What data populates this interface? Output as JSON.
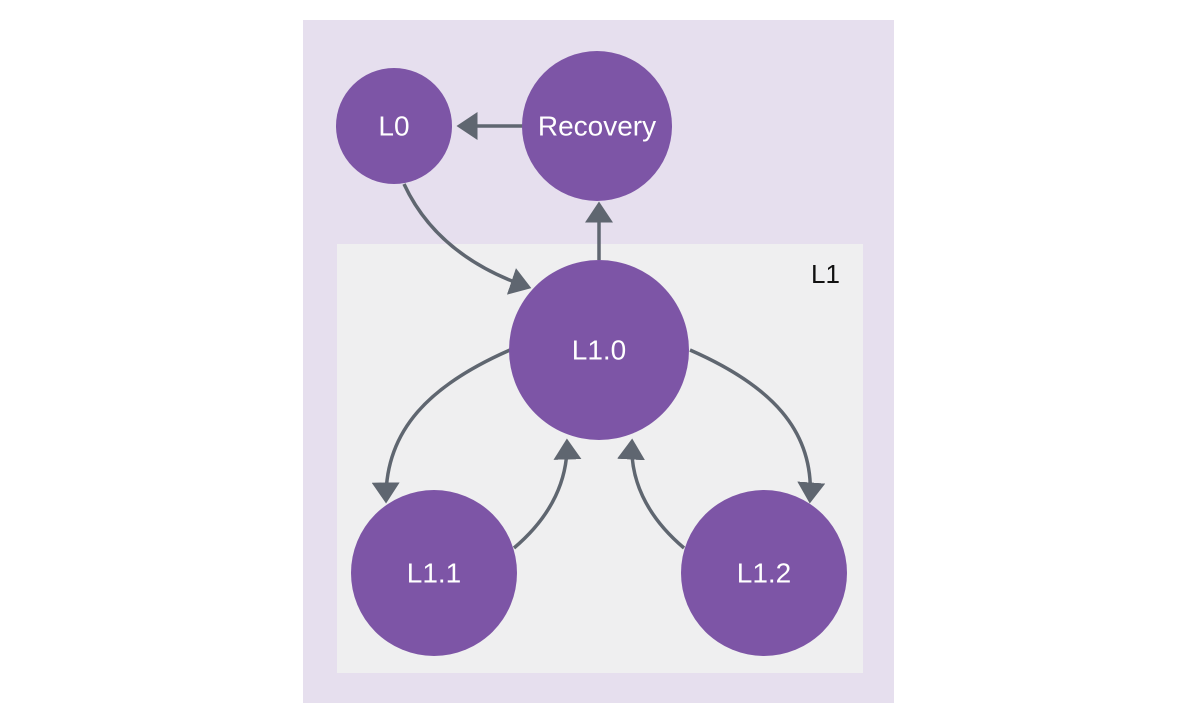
{
  "colors": {
    "outer_region": "#e6dfee",
    "inner_region": "#efeff0",
    "node_fill": "#7d55a6",
    "edge": "#5f6670",
    "node_text": "#ffffff",
    "region_text": "#111111"
  },
  "regions": {
    "inner_label": "L1"
  },
  "nodes": {
    "l0": "L0",
    "recovery": "Recovery",
    "l1_0": "L1.0",
    "l1_1": "L1.1",
    "l1_2": "L1.2"
  },
  "edges": [
    {
      "from": "Recovery",
      "to": "L0"
    },
    {
      "from": "L0",
      "to": "L1.0"
    },
    {
      "from": "L1.0",
      "to": "Recovery"
    },
    {
      "from": "L1.0",
      "to": "L1.1"
    },
    {
      "from": "L1.1",
      "to": "L1.0"
    },
    {
      "from": "L1.0",
      "to": "L1.2"
    },
    {
      "from": "L1.2",
      "to": "L1.0"
    }
  ]
}
